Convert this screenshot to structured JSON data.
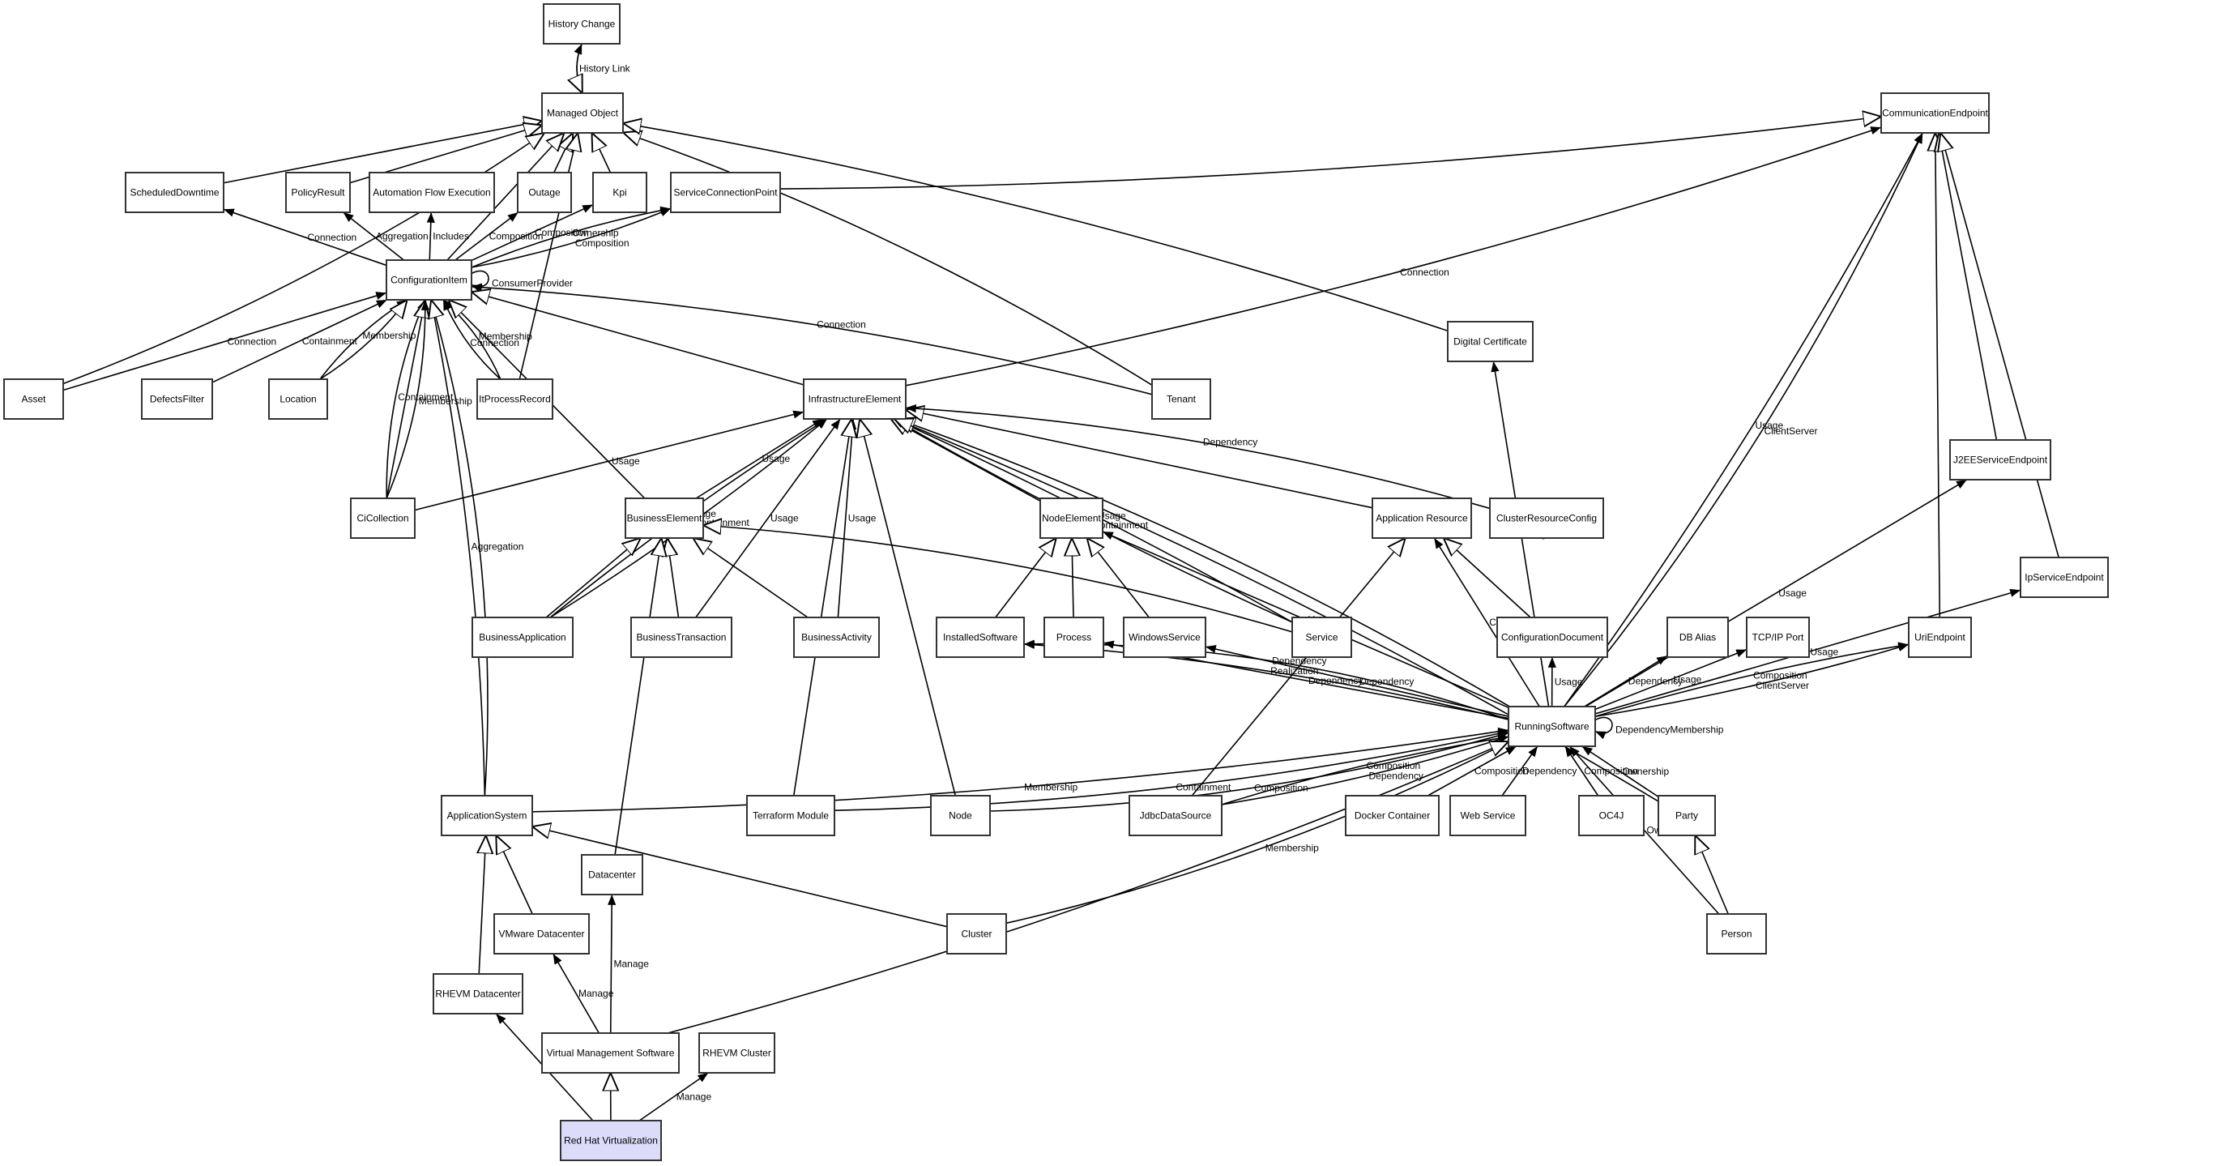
{
  "diagram": {
    "title": "CMDB Class Model",
    "selected_node": "Red Hat Virtualization",
    "selected_color": "#dcdcfa",
    "nodes": [
      {
        "id": "history_change",
        "label": "History Change"
      },
      {
        "id": "managed_object",
        "label": "Managed Object"
      },
      {
        "id": "communication_endpoint",
        "label": "CommunicationEndpoint"
      },
      {
        "id": "scheduled_downtime",
        "label": "ScheduledDowntime"
      },
      {
        "id": "policy_result",
        "label": "PolicyResult"
      },
      {
        "id": "automation_flow_execution",
        "label": "Automation Flow Execution"
      },
      {
        "id": "outage",
        "label": "Outage"
      },
      {
        "id": "kpi",
        "label": "Kpi"
      },
      {
        "id": "service_connection_point",
        "label": "ServiceConnectionPoint"
      },
      {
        "id": "configuration_item",
        "label": "ConfigurationItem"
      },
      {
        "id": "digital_certificate",
        "label": "Digital Certificate"
      },
      {
        "id": "asset",
        "label": "Asset"
      },
      {
        "id": "defects_filter",
        "label": "DefectsFilter"
      },
      {
        "id": "location",
        "label": "Location"
      },
      {
        "id": "it_process_record",
        "label": "ItProcessRecord"
      },
      {
        "id": "infrastructure_element",
        "label": "InfrastructureElement"
      },
      {
        "id": "tenant",
        "label": "Tenant"
      },
      {
        "id": "j2ee_service_endpoint",
        "label": "J2EEServiceEndpoint"
      },
      {
        "id": "ci_collection",
        "label": "CiCollection"
      },
      {
        "id": "business_element",
        "label": "BusinessElement"
      },
      {
        "id": "node_element",
        "label": "NodeElement"
      },
      {
        "id": "application_resource",
        "label": "Application Resource"
      },
      {
        "id": "cluster_resource_config",
        "label": "ClusterResourceConfig"
      },
      {
        "id": "ip_service_endpoint",
        "label": "IpServiceEndpoint"
      },
      {
        "id": "business_application",
        "label": "BusinessApplication"
      },
      {
        "id": "business_transaction",
        "label": "BusinessTransaction"
      },
      {
        "id": "business_activity",
        "label": "BusinessActivity"
      },
      {
        "id": "installed_software",
        "label": "InstalledSoftware"
      },
      {
        "id": "process",
        "label": "Process"
      },
      {
        "id": "windows_service",
        "label": "WindowsService"
      },
      {
        "id": "service",
        "label": "Service"
      },
      {
        "id": "configuration_document",
        "label": "ConfigurationDocument"
      },
      {
        "id": "db_alias",
        "label": "DB Alias"
      },
      {
        "id": "tcpip_port",
        "label": "TCP/IP Port"
      },
      {
        "id": "uri_endpoint",
        "label": "UriEndpoint"
      },
      {
        "id": "running_software",
        "label": "RunningSoftware"
      },
      {
        "id": "application_system",
        "label": "ApplicationSystem"
      },
      {
        "id": "terraform_module",
        "label": "Terraform Module"
      },
      {
        "id": "node",
        "label": "Node"
      },
      {
        "id": "jdbc_data_source",
        "label": "JdbcDataSource"
      },
      {
        "id": "docker_container",
        "label": "Docker Container"
      },
      {
        "id": "web_service",
        "label": "Web Service"
      },
      {
        "id": "oc4j",
        "label": "OC4J"
      },
      {
        "id": "party",
        "label": "Party"
      },
      {
        "id": "datacenter",
        "label": "Datacenter"
      },
      {
        "id": "vmware_datacenter",
        "label": "VMware Datacenter"
      },
      {
        "id": "cluster",
        "label": "Cluster"
      },
      {
        "id": "person",
        "label": "Person"
      },
      {
        "id": "rhevm_datacenter",
        "label": "RHEVM Datacenter"
      },
      {
        "id": "virtual_management_software",
        "label": "Virtual Management Software"
      },
      {
        "id": "rhevm_cluster",
        "label": "RHEVM Cluster"
      },
      {
        "id": "red_hat_virtualization",
        "label": "Red Hat Virtualization"
      }
    ],
    "edges": [
      {
        "from": "managed_object",
        "to": "history_change",
        "label": "History Link",
        "kind": "assoc"
      },
      {
        "from": "history_change",
        "to": "managed_object",
        "label": "",
        "kind": "inherit"
      },
      {
        "from": "scheduled_downtime",
        "to": "managed_object",
        "label": "",
        "kind": "inherit"
      },
      {
        "from": "policy_result",
        "to": "managed_object",
        "label": "",
        "kind": "inherit"
      },
      {
        "from": "outage",
        "to": "managed_object",
        "label": "",
        "kind": "inherit"
      },
      {
        "from": "kpi",
        "to": "managed_object",
        "label": "",
        "kind": "inherit"
      },
      {
        "from": "configuration_item",
        "to": "managed_object",
        "label": "",
        "kind": "inherit"
      },
      {
        "from": "asset",
        "to": "managed_object",
        "label": "",
        "kind": "inherit"
      },
      {
        "from": "it_process_record",
        "to": "managed_object",
        "label": "",
        "kind": "inherit"
      },
      {
        "from": "tenant",
        "to": "managed_object",
        "label": "",
        "kind": "inherit"
      },
      {
        "from": "digital_certificate",
        "to": "managed_object",
        "label": "",
        "kind": "inherit"
      },
      {
        "from": "service_connection_point",
        "to": "communication_endpoint",
        "label": "",
        "kind": "inherit"
      },
      {
        "from": "configuration_item",
        "to": "scheduled_downtime",
        "label": "Connection",
        "kind": "assoc"
      },
      {
        "from": "configuration_item",
        "to": "policy_result",
        "label": "Aggregation",
        "kind": "assoc"
      },
      {
        "from": "configuration_item",
        "to": "automation_flow_execution",
        "label": "Includes",
        "kind": "assoc"
      },
      {
        "from": "configuration_item",
        "to": "outage",
        "label": "Composition",
        "kind": "assoc"
      },
      {
        "from": "configuration_item",
        "to": "kpi",
        "label": "Composition",
        "kind": "assoc"
      },
      {
        "from": "configuration_item",
        "to": "service_connection_point",
        "label": "Ownership",
        "kind": "assoc"
      },
      {
        "from": "configuration_item",
        "to": "service_connection_point",
        "label": "Composition",
        "kind": "assoc"
      },
      {
        "from": "configuration_item",
        "to": "configuration_item",
        "label": "ConsumerProvider",
        "kind": "self"
      },
      {
        "from": "asset",
        "to": "configuration_item",
        "label": "Connection",
        "kind": "assoc"
      },
      {
        "from": "defects_filter",
        "to": "configuration_item",
        "label": "Containment",
        "kind": "assoc"
      },
      {
        "from": "location",
        "to": "configuration_item",
        "label": "Membership",
        "kind": "assoc"
      },
      {
        "from": "location",
        "to": "configuration_item",
        "label": "",
        "kind": "inherit"
      },
      {
        "from": "it_process_record",
        "to": "configuration_item",
        "label": "Connection",
        "kind": "assoc"
      },
      {
        "from": "it_process_record",
        "to": "configuration_item",
        "label": "Membership",
        "kind": "assoc"
      },
      {
        "from": "ci_collection",
        "to": "configuration_item",
        "label": "Containment",
        "kind": "assoc"
      },
      {
        "from": "ci_collection",
        "to": "configuration_item",
        "label": "",
        "kind": "inherit"
      },
      {
        "from": "ci_collection",
        "to": "configuration_item",
        "label": "Membership",
        "kind": "assoc"
      },
      {
        "from": "tenant",
        "to": "configuration_item",
        "label": "Connection",
        "kind": "assoc"
      },
      {
        "from": "infrastructure_element",
        "to": "configuration_item",
        "label": "",
        "kind": "inherit"
      },
      {
        "from": "business_element",
        "to": "configuration_item",
        "label": "",
        "kind": "inherit"
      },
      {
        "from": "application_system",
        "to": "configuration_item",
        "label": "Aggregation",
        "kind": "assoc"
      },
      {
        "from": "application_system",
        "to": "configuration_item",
        "label": "",
        "kind": "inherit"
      },
      {
        "from": "infrastructure_element",
        "to": "communication_endpoint",
        "label": "Connection",
        "kind": "assoc"
      },
      {
        "from": "ci_collection",
        "to": "infrastructure_element",
        "label": "Usage",
        "kind": "assoc"
      },
      {
        "from": "business_element",
        "to": "infrastructure_element",
        "label": "Usage",
        "kind": "assoc"
      },
      {
        "from": "business_application",
        "to": "infrastructure_element",
        "label": "Usage",
        "kind": "assoc"
      },
      {
        "from": "business_application",
        "to": "infrastructure_element",
        "label": "Containment",
        "kind": "assoc"
      },
      {
        "from": "business_transaction",
        "to": "infrastructure_element",
        "label": "Usage",
        "kind": "assoc"
      },
      {
        "from": "business_activity",
        "to": "infrastructure_element",
        "label": "Usage",
        "kind": "assoc"
      },
      {
        "from": "node_element",
        "to": "infrastructure_element",
        "label": "",
        "kind": "inherit"
      },
      {
        "from": "service",
        "to": "infrastructure_element",
        "label": "Containment",
        "kind": "assoc"
      },
      {
        "from": "service",
        "to": "infrastructure_element",
        "label": "Usage",
        "kind": "assoc"
      },
      {
        "from": "application_resource",
        "to": "infrastructure_element",
        "label": "",
        "kind": "inherit"
      },
      {
        "from": "cluster_resource_config",
        "to": "infrastructure_element",
        "label": "Dependency",
        "kind": "assoc"
      },
      {
        "from": "terraform_module",
        "to": "infrastructure_element",
        "label": "",
        "kind": "inherit"
      },
      {
        "from": "node",
        "to": "infrastructure_element",
        "label": "",
        "kind": "inherit"
      },
      {
        "from": "running_software",
        "to": "infrastructure_element",
        "label": "",
        "kind": "inherit"
      },
      {
        "from": "party",
        "to": "infrastructure_element",
        "label": "",
        "kind": "inherit"
      },
      {
        "from": "business_application",
        "to": "business_element",
        "label": "",
        "kind": "inherit"
      },
      {
        "from": "business_transaction",
        "to": "business_element",
        "label": "",
        "kind": "inherit"
      },
      {
        "from": "business_activity",
        "to": "business_element",
        "label": "",
        "kind": "inherit"
      },
      {
        "from": "datacenter",
        "to": "business_element",
        "label": "",
        "kind": "inherit"
      },
      {
        "from": "service",
        "to": "business_element",
        "label": "",
        "kind": "inherit"
      },
      {
        "from": "installed_software",
        "to": "node_element",
        "label": "",
        "kind": "inherit"
      },
      {
        "from": "process",
        "to": "node_element",
        "label": "",
        "kind": "inherit"
      },
      {
        "from": "windows_service",
        "to": "node_element",
        "label": "",
        "kind": "inherit"
      },
      {
        "from": "running_software",
        "to": "node_element",
        "label": "Usage",
        "kind": "assoc"
      },
      {
        "from": "configuration_document",
        "to": "application_resource",
        "label": "",
        "kind": "inherit"
      },
      {
        "from": "jdbc_data_source",
        "to": "application_resource",
        "label": "",
        "kind": "inherit"
      },
      {
        "from": "running_software",
        "to": "application_resource",
        "label": "Composition",
        "kind": "assoc"
      },
      {
        "from": "running_software",
        "to": "installed_software",
        "label": "Realization",
        "kind": "assoc"
      },
      {
        "from": "running_software",
        "to": "installed_software",
        "label": "Dependency",
        "kind": "assoc"
      },
      {
        "from": "running_software",
        "to": "process",
        "label": "Dependency",
        "kind": "assoc"
      },
      {
        "from": "running_software",
        "to": "windows_service",
        "label": "Dependency",
        "kind": "assoc"
      },
      {
        "from": "running_software",
        "to": "configuration_document",
        "label": "Usage",
        "kind": "assoc"
      },
      {
        "from": "running_software",
        "to": "db_alias",
        "label": "Dependency",
        "kind": "assoc"
      },
      {
        "from": "running_software",
        "to": "tcpip_port",
        "label": "Usage",
        "kind": "assoc"
      },
      {
        "from": "running_software",
        "to": "uri_endpoint",
        "label": "Composition",
        "kind": "assoc"
      },
      {
        "from": "running_software",
        "to": "uri_endpoint",
        "label": "ClientServer",
        "kind": "assoc"
      },
      {
        "from": "running_software",
        "to": "j2ee_service_endpoint",
        "label": "Usage",
        "kind": "assoc"
      },
      {
        "from": "running_software",
        "to": "ip_service_endpoint",
        "label": "Usage",
        "kind": "assoc"
      },
      {
        "from": "running_software",
        "to": "communication_endpoint",
        "label": "Usage",
        "kind": "assoc"
      },
      {
        "from": "running_software",
        "to": "communication_endpoint",
        "label": "ClientServer",
        "kind": "assoc"
      },
      {
        "from": "running_software",
        "to": "digital_certificate",
        "label": "Usage",
        "kind": "assoc"
      },
      {
        "from": "running_software",
        "to": "running_software",
        "label": "DependencyMembership",
        "kind": "self"
      },
      {
        "from": "uri_endpoint",
        "to": "communication_endpoint",
        "label": "",
        "kind": "inherit"
      },
      {
        "from": "j2ee_service_endpoint",
        "to": "communication_endpoint",
        "label": "",
        "kind": "inherit"
      },
      {
        "from": "ip_service_endpoint",
        "to": "communication_endpoint",
        "label": "",
        "kind": "inherit"
      },
      {
        "from": "application_system",
        "to": "running_software",
        "label": "Membership",
        "kind": "assoc"
      },
      {
        "from": "terraform_module",
        "to": "running_software",
        "label": "Containment",
        "kind": "assoc"
      },
      {
        "from": "node",
        "to": "running_software",
        "label": "Composition",
        "kind": "assoc"
      },
      {
        "from": "jdbc_data_source",
        "to": "running_software",
        "label": "Composition",
        "kind": "assoc"
      },
      {
        "from": "jdbc_data_source",
        "to": "running_software",
        "label": "Dependency",
        "kind": "assoc"
      },
      {
        "from": "cluster",
        "to": "running_software",
        "label": "Membership",
        "kind": "assoc"
      },
      {
        "from": "docker_container",
        "to": "running_software",
        "label": "Composition",
        "kind": "assoc"
      },
      {
        "from": "web_service",
        "to": "running_software",
        "label": "Dependency",
        "kind": "assoc"
      },
      {
        "from": "virtual_management_software",
        "to": "running_software",
        "label": "",
        "kind": "inherit"
      },
      {
        "from": "oc4j",
        "to": "running_software",
        "label": "Composition",
        "kind": "assoc"
      },
      {
        "from": "party",
        "to": "running_software",
        "label": "Ownership",
        "kind": "assoc"
      },
      {
        "from": "person",
        "to": "running_software",
        "label": "Ownership",
        "kind": "assoc"
      },
      {
        "from": "person",
        "to": "party",
        "label": "",
        "kind": "inherit"
      },
      {
        "from": "rhevm_datacenter",
        "to": "application_system",
        "label": "",
        "kind": "inherit"
      },
      {
        "from": "vmware_datacenter",
        "to": "application_system",
        "label": "",
        "kind": "inherit"
      },
      {
        "from": "cluster",
        "to": "application_system",
        "label": "",
        "kind": "inherit"
      },
      {
        "from": "virtual_management_software",
        "to": "vmware_datacenter",
        "label": "Manage",
        "kind": "assoc"
      },
      {
        "from": "virtual_management_software",
        "to": "datacenter",
        "label": "Manage",
        "kind": "assoc"
      },
      {
        "from": "red_hat_virtualization",
        "to": "rhevm_datacenter",
        "label": "Manage",
        "kind": "assoc"
      },
      {
        "from": "red_hat_virtualization",
        "to": "virtual_management_software",
        "label": "",
        "kind": "inherit"
      },
      {
        "from": "red_hat_virtualization",
        "to": "rhevm_cluster",
        "label": "Manage",
        "kind": "assoc"
      }
    ]
  }
}
